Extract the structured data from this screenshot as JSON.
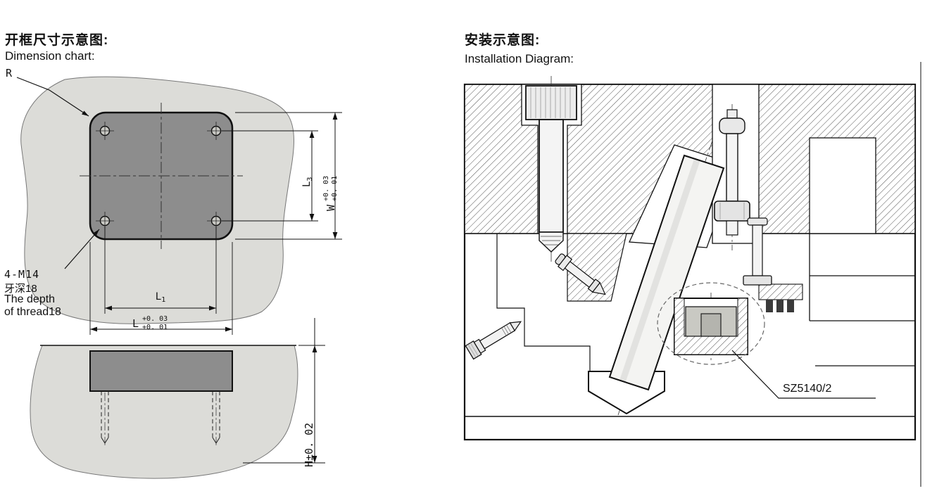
{
  "left": {
    "title_zh": "开框尺寸示意图:",
    "title_en": "Dimension chart:",
    "radius_label": "R",
    "thread_note_l1": "4-M14",
    "thread_note_l2": "牙深18",
    "thread_note_l3": "The depth",
    "thread_note_l4": "of thread18",
    "dim_l3_letter": "L",
    "dim_l3_sub": "3",
    "dim_w_letter": "W",
    "dim_w_tol_upper": "+0. 03",
    "dim_w_tol_lower": "+0. 01",
    "dim_l1_letter": "L",
    "dim_l1_sub": "1",
    "dim_l_letter": "L",
    "dim_l_tol_upper": "+0. 03",
    "dim_l_tol_lower": "+0. 01",
    "dim_h": "H±0. 02"
  },
  "right": {
    "title_zh": "安装示意图:",
    "title_en": "Installation Diagram:",
    "part_label": "SZ5140/2"
  },
  "colors": {
    "blob": "#dcdcd8",
    "plate": "#8d8d8d",
    "line": "#111111",
    "hatch_line": "#555555"
  }
}
